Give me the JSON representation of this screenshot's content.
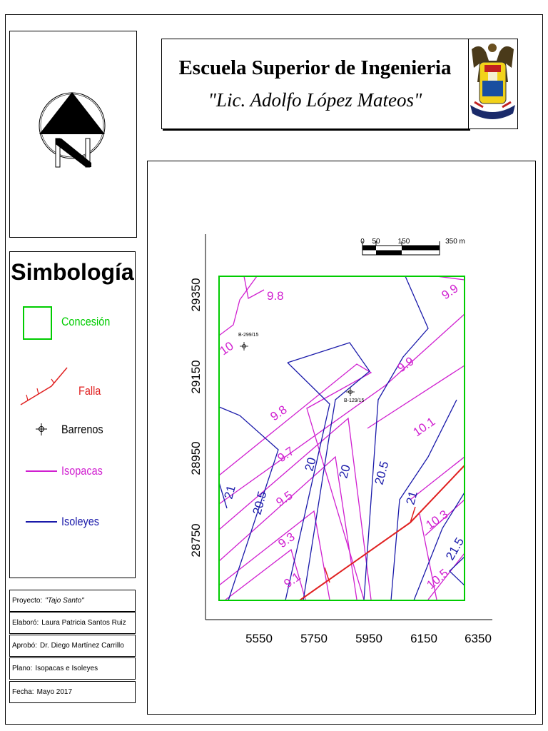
{
  "header": {
    "line1": "Escuela Superior de Ingenieria",
    "line2": "\"Lic. Adolfo López Mateos\""
  },
  "legend": {
    "title": "Simbología",
    "items": [
      {
        "label": "Concesión",
        "color": "#00cc00",
        "icon": "concession-square-icon"
      },
      {
        "label": "Falla",
        "color": "#e02020",
        "icon": "fault-line-icon"
      },
      {
        "label": "Barrenos",
        "color": "#000000",
        "icon": "borehole-crosshair-icon"
      },
      {
        "label": "Isopacas",
        "color": "#d01fd0",
        "icon": "isopach-line-icon"
      },
      {
        "label": "Isoleyes",
        "color": "#1a1aaa",
        "icon": "isograde-line-icon"
      }
    ]
  },
  "info": {
    "proyecto_label": "Proyecto:",
    "proyecto_value": "\"Tajo Santo\"",
    "elaboro_label": "Elaboró:",
    "elaboro_value": "Laura Patricia Santos Ruiz",
    "aprobo_label": "Aprobó:",
    "aprobo_value": "Dr. Diego Martínez Carrillo",
    "plano_label": "Plano:",
    "plano_value": "Isopacas e Isoleyes",
    "fecha_label": "Fecha:",
    "fecha_value": "Mayo 2017"
  },
  "map": {
    "scale_bar": {
      "labels": [
        "0",
        "50",
        "150",
        "350 m"
      ]
    },
    "x_ticks": [
      "5550",
      "5750",
      "5950",
      "6150",
      "6350"
    ],
    "y_ticks": [
      "29350",
      "29150",
      "28950",
      "28750"
    ],
    "boreholes": [
      "B-299/15",
      "B-129/15"
    ],
    "isopach_labels": [
      "9.8",
      "9.9",
      "10",
      "9.9",
      "9.8",
      "10.1",
      "9.7",
      "9.5",
      "9.3",
      "10.3",
      "9.1",
      "10.5"
    ],
    "isograde_labels": [
      "21",
      "20.5",
      "20",
      "20",
      "20.5",
      "21",
      "21.5"
    ],
    "colors": {
      "concession": "#00cc00",
      "fault": "#e02020",
      "isopach": "#d01fd0",
      "isograde": "#1a1aaa"
    }
  }
}
